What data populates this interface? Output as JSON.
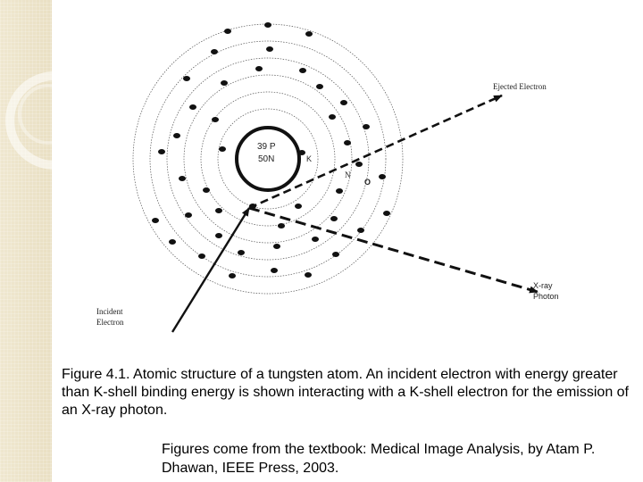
{
  "diagram": {
    "nucleus": {
      "protons": "39 P",
      "neutrons": "50N"
    },
    "shell_labels": {
      "k": "K",
      "n": "N",
      "o": "O"
    },
    "labels": {
      "ejected_electron": "Ejected Electron",
      "xray_line1": "X-ray",
      "xray_line2": "Photon",
      "incident_line1": "Incident",
      "incident_line2": "Electron"
    },
    "colors": {
      "strip": "#ece3c8",
      "ink": "#111111"
    }
  },
  "caption": "Figure 4.1. Atomic structure of a tungsten atom. An incident electron with energy greater than K-shell binding energy is shown interacting with a K-shell electron for the emission of an X-ray photon.",
  "source": "Figures come from the textbook: Medical Image Analysis, by Atam P. Dhawan, IEEE Press, 2003."
}
